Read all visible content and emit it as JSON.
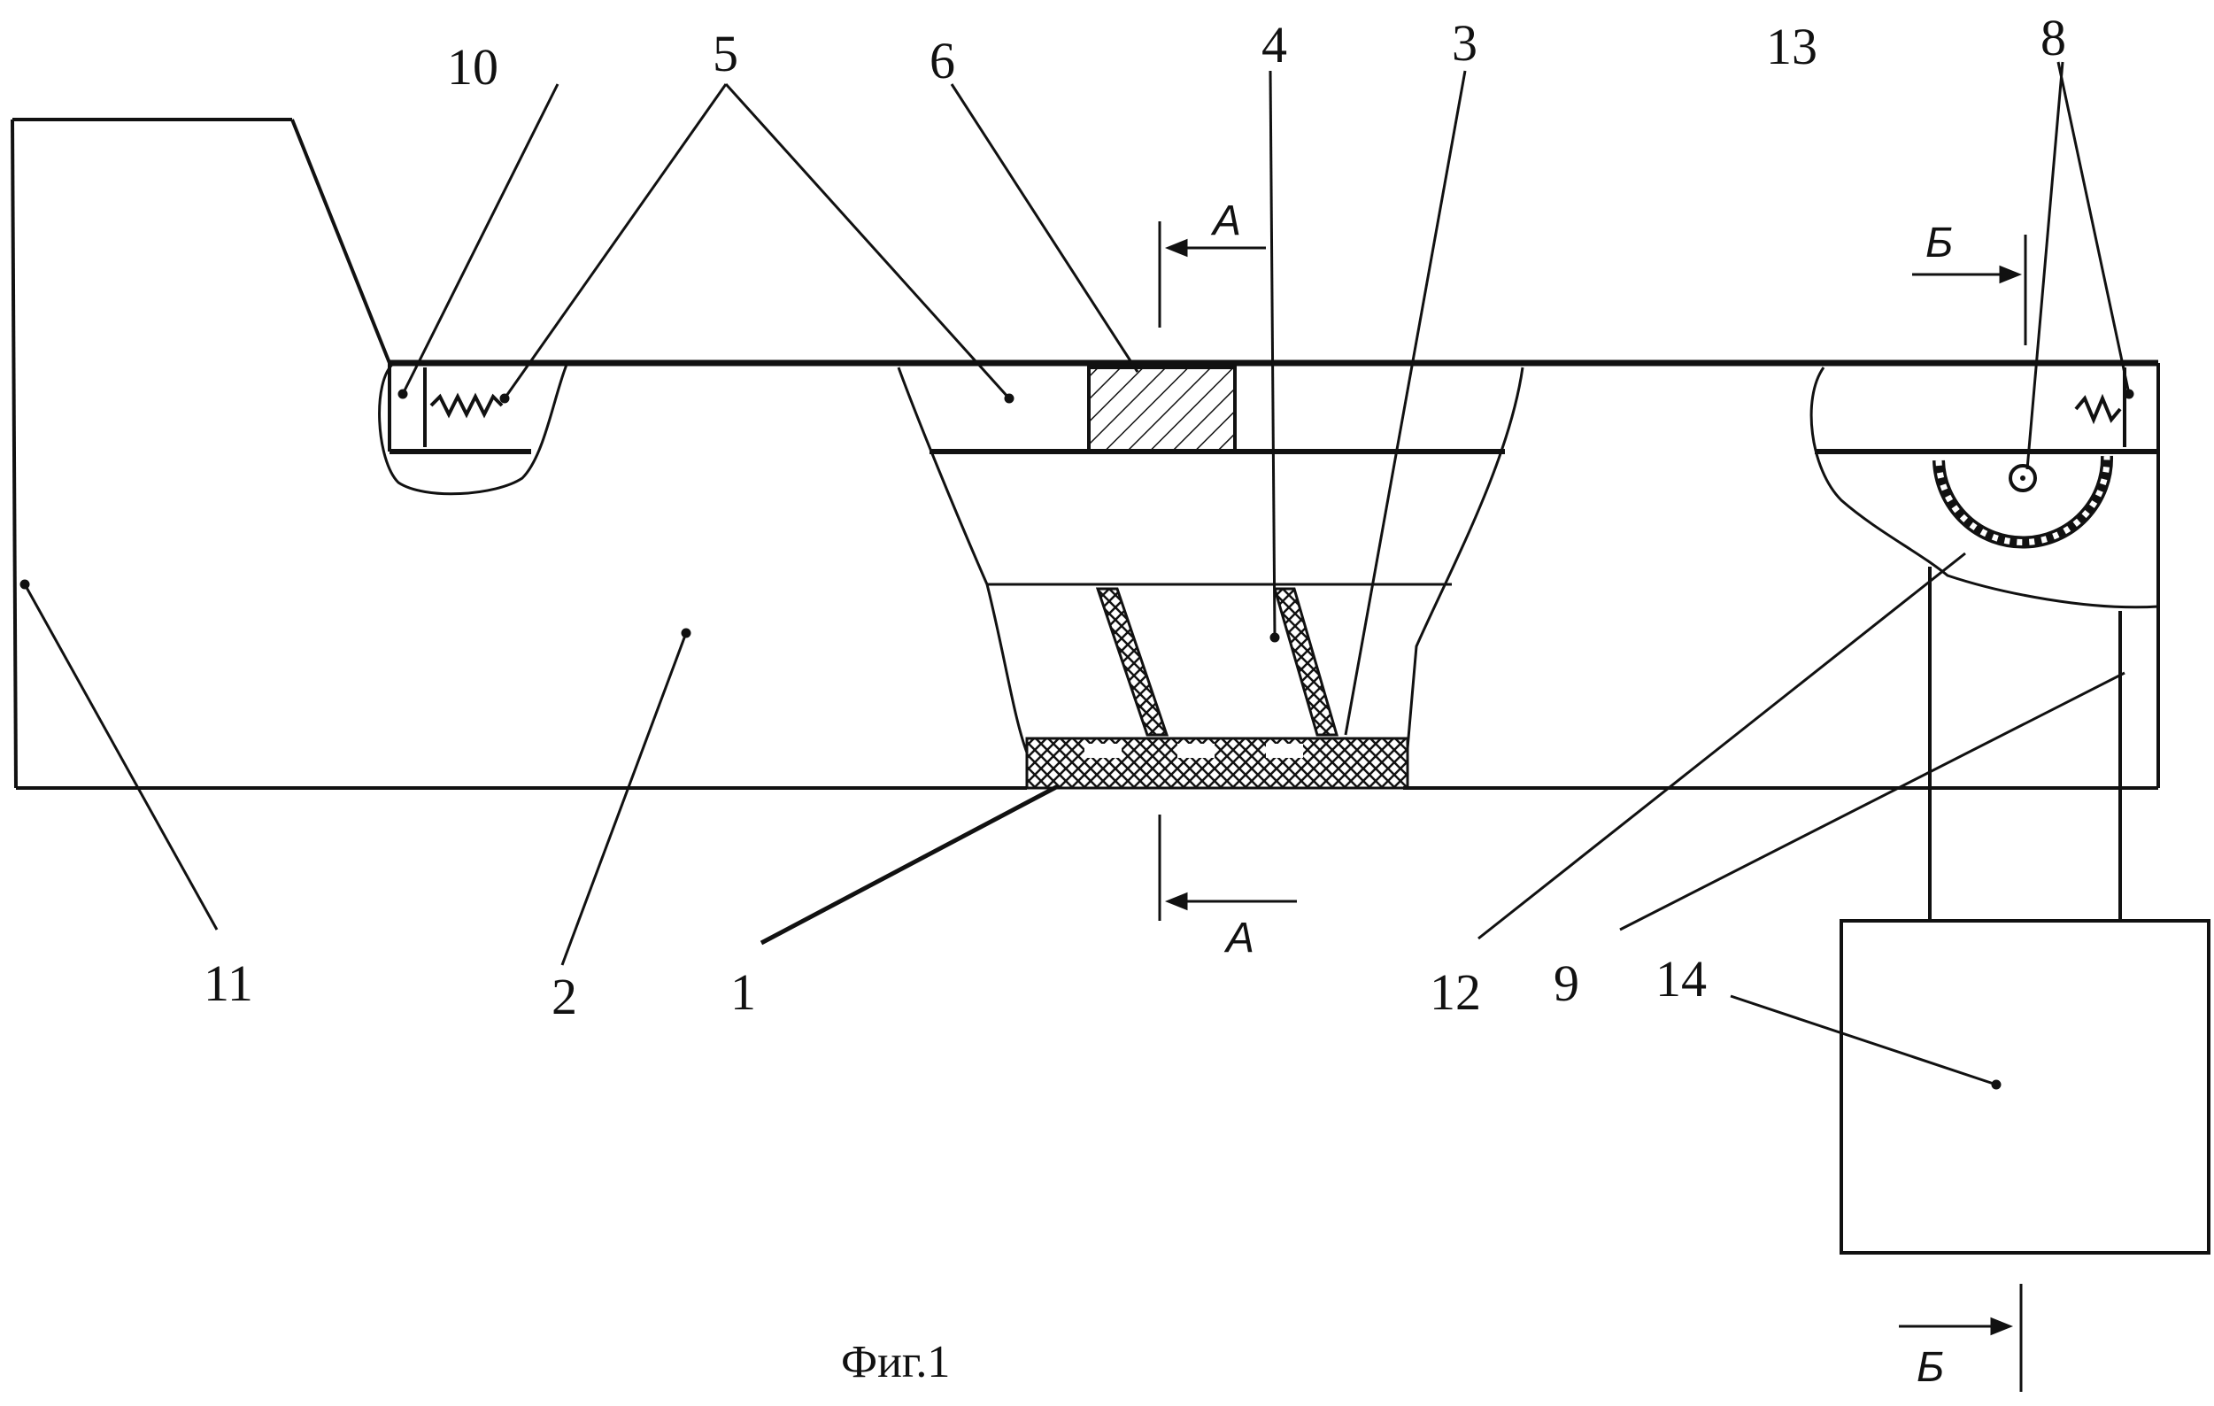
{
  "figure": {
    "caption": "Фиг.1",
    "labels": [
      "1",
      "2",
      "3",
      "4",
      "5",
      "6",
      "8",
      "9",
      "10",
      "11",
      "12",
      "13",
      "14"
    ],
    "section_a": "А",
    "section_b": "Б"
  },
  "colors": {
    "ink": "#111111",
    "paper": "#ffffff"
  }
}
